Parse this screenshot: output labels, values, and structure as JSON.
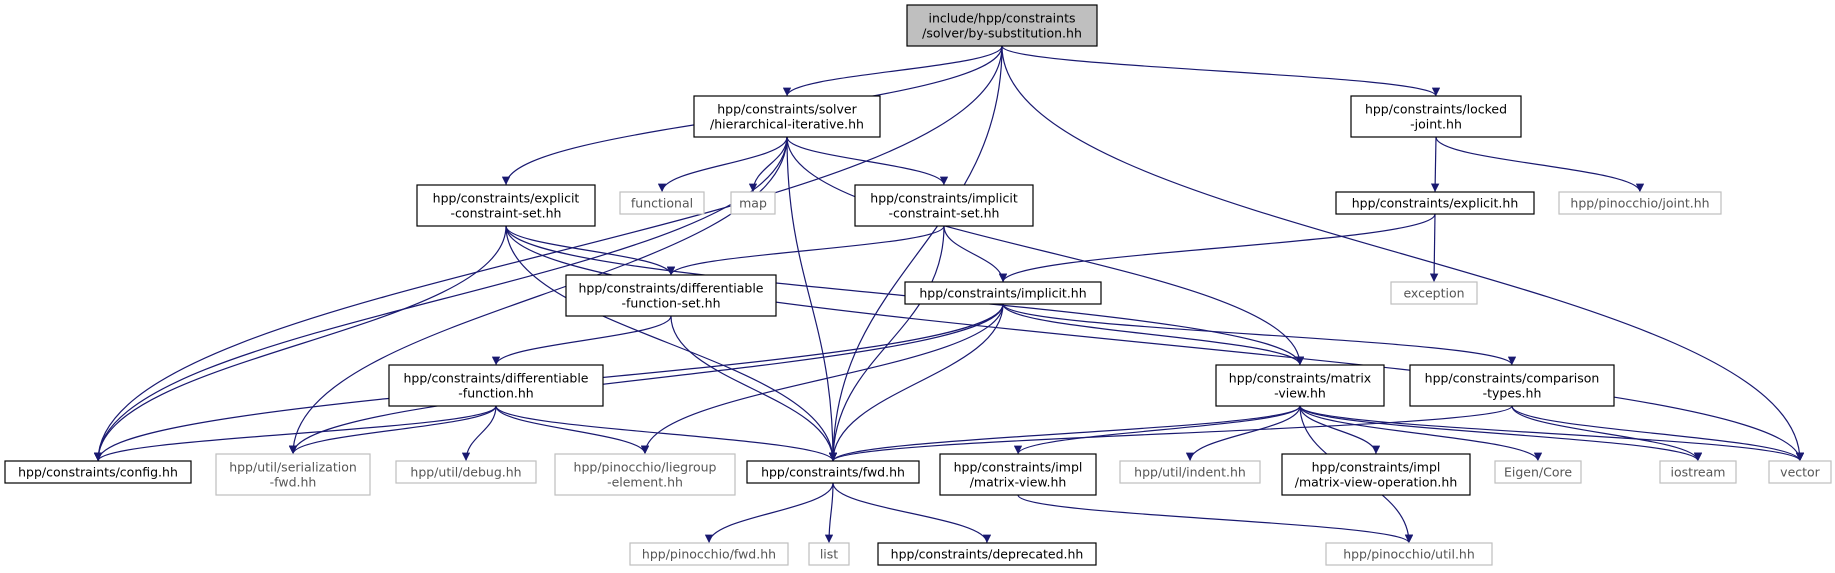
{
  "colors": {
    "edge": "#191970",
    "node_border": "#000000",
    "external_border": "#bfbfbf",
    "root_fill": "#bfbfbf",
    "node_fill": "#ffffff"
  },
  "nodes": [
    {
      "id": "root",
      "lines": [
        "include/hpp/constraints",
        "/solver/by-substitution.hh"
      ],
      "kind": "root"
    },
    {
      "id": "hier",
      "lines": [
        "hpp/constraints/solver",
        "/hierarchical-iterative.hh"
      ],
      "kind": "internal"
    },
    {
      "id": "locked",
      "lines": [
        "hpp/constraints/locked",
        "-joint.hh"
      ],
      "kind": "internal"
    },
    {
      "id": "explicit_cs",
      "lines": [
        "hpp/constraints/explicit",
        "-constraint-set.hh"
      ],
      "kind": "internal"
    },
    {
      "id": "functional",
      "lines": [
        "functional"
      ],
      "kind": "external"
    },
    {
      "id": "map",
      "lines": [
        "map"
      ],
      "kind": "external"
    },
    {
      "id": "implicit_cs",
      "lines": [
        "hpp/constraints/implicit",
        "-constraint-set.hh"
      ],
      "kind": "internal"
    },
    {
      "id": "explicit",
      "lines": [
        "hpp/constraints/explicit.hh"
      ],
      "kind": "internal"
    },
    {
      "id": "pin_joint",
      "lines": [
        "hpp/pinocchio/joint.hh"
      ],
      "kind": "external"
    },
    {
      "id": "exception",
      "lines": [
        "exception"
      ],
      "kind": "external"
    },
    {
      "id": "diff_fs",
      "lines": [
        "hpp/constraints/differentiable",
        "-function-set.hh"
      ],
      "kind": "internal"
    },
    {
      "id": "implicit",
      "lines": [
        "hpp/constraints/implicit.hh"
      ],
      "kind": "internal"
    },
    {
      "id": "diff_f",
      "lines": [
        "hpp/constraints/differentiable",
        "-function.hh"
      ],
      "kind": "internal"
    },
    {
      "id": "matrix_view",
      "lines": [
        "hpp/constraints/matrix",
        "-view.hh"
      ],
      "kind": "internal"
    },
    {
      "id": "comparison",
      "lines": [
        "hpp/constraints/comparison",
        "-types.hh"
      ],
      "kind": "internal"
    },
    {
      "id": "config",
      "lines": [
        "hpp/constraints/config.hh"
      ],
      "kind": "internal"
    },
    {
      "id": "serialization",
      "lines": [
        "hpp/util/serialization",
        "-fwd.hh"
      ],
      "kind": "external"
    },
    {
      "id": "debug",
      "lines": [
        "hpp/util/debug.hh"
      ],
      "kind": "external"
    },
    {
      "id": "liegroup",
      "lines": [
        "hpp/pinocchio/liegroup",
        "-element.hh"
      ],
      "kind": "external"
    },
    {
      "id": "fwd",
      "lines": [
        "hpp/constraints/fwd.hh"
      ],
      "kind": "internal"
    },
    {
      "id": "impl_mv",
      "lines": [
        "hpp/constraints/impl",
        "/matrix-view.hh"
      ],
      "kind": "internal"
    },
    {
      "id": "indent",
      "lines": [
        "hpp/util/indent.hh"
      ],
      "kind": "external"
    },
    {
      "id": "impl_mvo",
      "lines": [
        "hpp/constraints/impl",
        "/matrix-view-operation.hh"
      ],
      "kind": "internal"
    },
    {
      "id": "eigen",
      "lines": [
        "Eigen/Core"
      ],
      "kind": "external"
    },
    {
      "id": "iostream",
      "lines": [
        "iostream"
      ],
      "kind": "external"
    },
    {
      "id": "vector",
      "lines": [
        "vector"
      ],
      "kind": "external"
    },
    {
      "id": "pin_fwd",
      "lines": [
        "hpp/pinocchio/fwd.hh"
      ],
      "kind": "external"
    },
    {
      "id": "list",
      "lines": [
        "list"
      ],
      "kind": "external"
    },
    {
      "id": "deprecated",
      "lines": [
        "hpp/constraints/deprecated.hh"
      ],
      "kind": "internal"
    },
    {
      "id": "pin_util",
      "lines": [
        "hpp/pinocchio/util.hh"
      ],
      "kind": "external"
    }
  ],
  "edges": [
    [
      "root",
      "hier"
    ],
    [
      "root",
      "locked"
    ],
    [
      "root",
      "explicit_cs"
    ],
    [
      "root",
      "config"
    ],
    [
      "root",
      "fwd"
    ],
    [
      "root",
      "vector"
    ],
    [
      "hier",
      "functional"
    ],
    [
      "hier",
      "map"
    ],
    [
      "hier",
      "implicit_cs"
    ],
    [
      "hier",
      "config"
    ],
    [
      "hier",
      "serialization"
    ],
    [
      "hier",
      "fwd"
    ],
    [
      "hier",
      "matrix_view"
    ],
    [
      "locked",
      "explicit"
    ],
    [
      "locked",
      "pin_joint"
    ],
    [
      "explicit",
      "exception"
    ],
    [
      "explicit",
      "implicit"
    ],
    [
      "explicit_cs",
      "diff_fs"
    ],
    [
      "explicit_cs",
      "config"
    ],
    [
      "explicit_cs",
      "fwd"
    ],
    [
      "explicit_cs",
      "matrix_view"
    ],
    [
      "explicit_cs",
      "vector"
    ],
    [
      "implicit_cs",
      "diff_fs"
    ],
    [
      "implicit_cs",
      "implicit"
    ],
    [
      "implicit_cs",
      "fwd"
    ],
    [
      "diff_fs",
      "diff_f"
    ],
    [
      "diff_fs",
      "fwd"
    ],
    [
      "implicit",
      "config"
    ],
    [
      "implicit",
      "serialization"
    ],
    [
      "implicit",
      "liegroup"
    ],
    [
      "implicit",
      "fwd"
    ],
    [
      "implicit",
      "matrix_view"
    ],
    [
      "implicit",
      "comparison"
    ],
    [
      "diff_f",
      "config"
    ],
    [
      "diff_f",
      "serialization"
    ],
    [
      "diff_f",
      "debug"
    ],
    [
      "diff_f",
      "liegroup"
    ],
    [
      "diff_f",
      "fwd"
    ],
    [
      "matrix_view",
      "fwd"
    ],
    [
      "matrix_view",
      "impl_mv"
    ],
    [
      "matrix_view",
      "indent"
    ],
    [
      "matrix_view",
      "impl_mvo"
    ],
    [
      "matrix_view",
      "eigen"
    ],
    [
      "matrix_view",
      "iostream"
    ],
    [
      "matrix_view",
      "vector"
    ],
    [
      "matrix_view",
      "pin_util"
    ],
    [
      "comparison",
      "fwd"
    ],
    [
      "comparison",
      "iostream"
    ],
    [
      "comparison",
      "vector"
    ],
    [
      "fwd",
      "pin_fwd"
    ],
    [
      "fwd",
      "list"
    ],
    [
      "fwd",
      "deprecated"
    ],
    [
      "impl_mv",
      "pin_util"
    ]
  ]
}
